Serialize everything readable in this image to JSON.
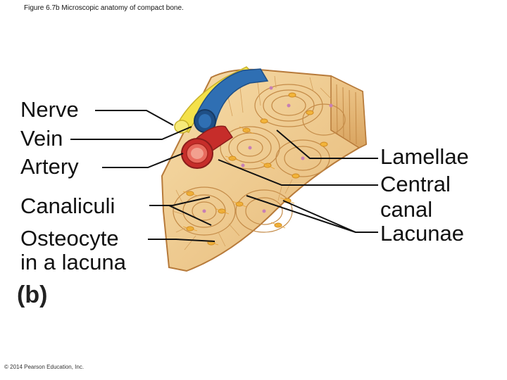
{
  "caption": "Figure 6.7b Microscopic anatomy of compact bone.",
  "labels_left": {
    "nerve": "Nerve",
    "vein": "Vein",
    "artery": "Artery",
    "canaliculi": "Canaliculi",
    "osteocyte_line1": "Osteocyte",
    "osteocyte_line2": "in a lacuna"
  },
  "labels_right": {
    "lamellae": "Lamellae",
    "central_line1": "Central",
    "central_line2": "canal",
    "lacunae": "Lacunae"
  },
  "panel_letter": "(b)",
  "copyright": "© 2014 Pearson Education, Inc.",
  "colors": {
    "bone": "#f0cf95",
    "bone_dark": "#d9a55f",
    "bone_edge": "#b77a3a",
    "osteocyte": "#f2b43a",
    "vein": "#2f6fb3",
    "artery": "#c62d2a",
    "nerve": "#f4e14a"
  }
}
